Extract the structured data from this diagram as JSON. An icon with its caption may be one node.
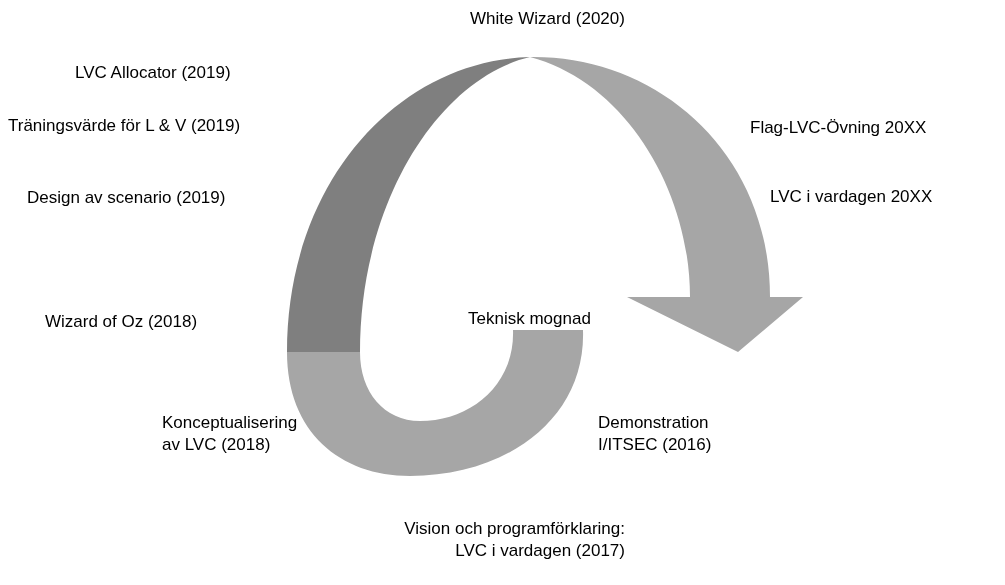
{
  "diagram": {
    "labels": [
      "White Wizard (2020)",
      "LVC Allocator (2019)",
      "Träningsvärde för L & V (2019)",
      "Flag-LVC-Övning 20XX",
      "Design av scenario (2019)",
      "LVC i vardagen 20XX",
      "Wizard of Oz (2018)",
      "Teknisk mognad",
      "Konceptualisering av LVC (2018)",
      "Demonstration I/ITSEC (2016)",
      "Vision och programförklaring: LVC i vardagen (2017)"
    ]
  }
}
